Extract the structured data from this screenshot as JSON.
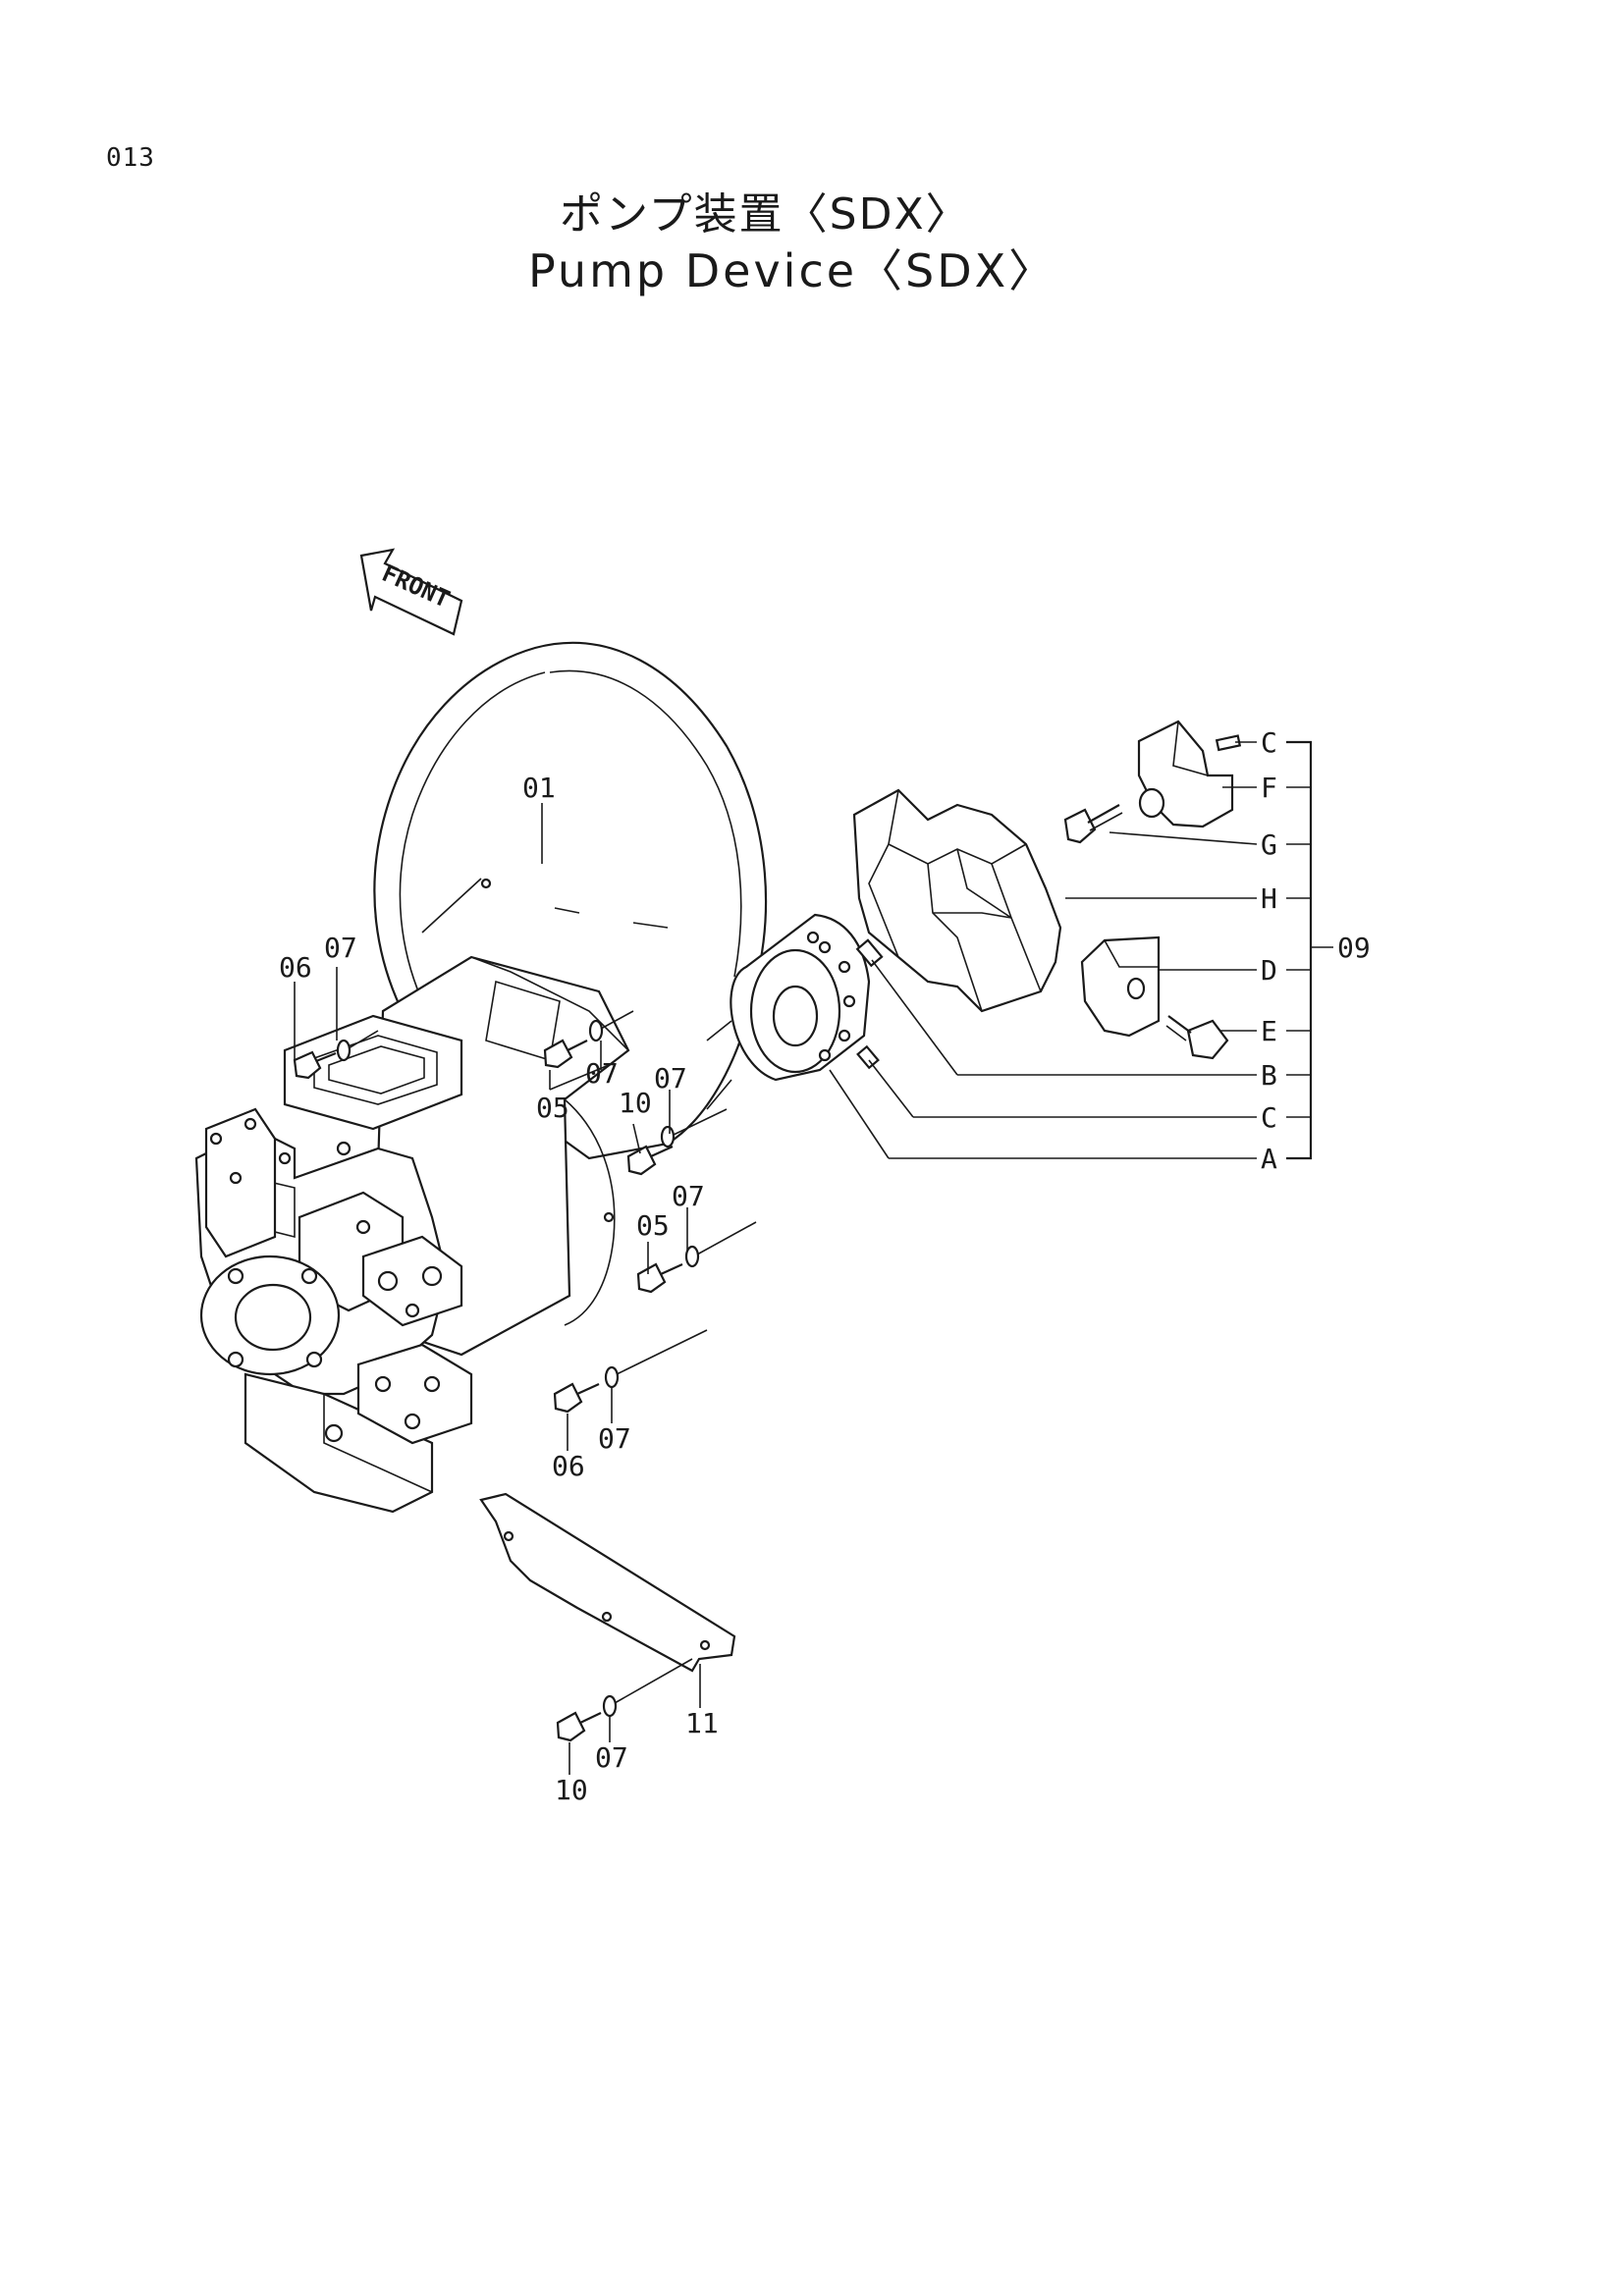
{
  "page": {
    "number": "013"
  },
  "title": {
    "ja": "ポンプ装置〈SDX〉",
    "en": "Pump Device〈SDX〉"
  },
  "front_arrow": {
    "label": "FRONT"
  },
  "callouts": [
    {
      "id": "01",
      "text": "01"
    },
    {
      "id": "06a",
      "text": "06"
    },
    {
      "id": "07a",
      "text": "07"
    },
    {
      "id": "07b",
      "text": "07"
    },
    {
      "id": "05a",
      "text": "05"
    },
    {
      "id": "10a",
      "text": "10"
    },
    {
      "id": "07c",
      "text": "07"
    },
    {
      "id": "07d",
      "text": "07"
    },
    {
      "id": "05b",
      "text": "05"
    },
    {
      "id": "06b",
      "text": "06"
    },
    {
      "id": "07e",
      "text": "07"
    },
    {
      "id": "11",
      "text": "11"
    },
    {
      "id": "10b",
      "text": "10"
    },
    {
      "id": "07f",
      "text": "07"
    },
    {
      "id": "09",
      "text": "09"
    }
  ],
  "kit_items": [
    {
      "letter": "C"
    },
    {
      "letter": "F"
    },
    {
      "letter": "G"
    },
    {
      "letter": "H"
    },
    {
      "letter": "D"
    },
    {
      "letter": "E"
    },
    {
      "letter": "B"
    },
    {
      "letter": "C"
    },
    {
      "letter": "A"
    }
  ]
}
